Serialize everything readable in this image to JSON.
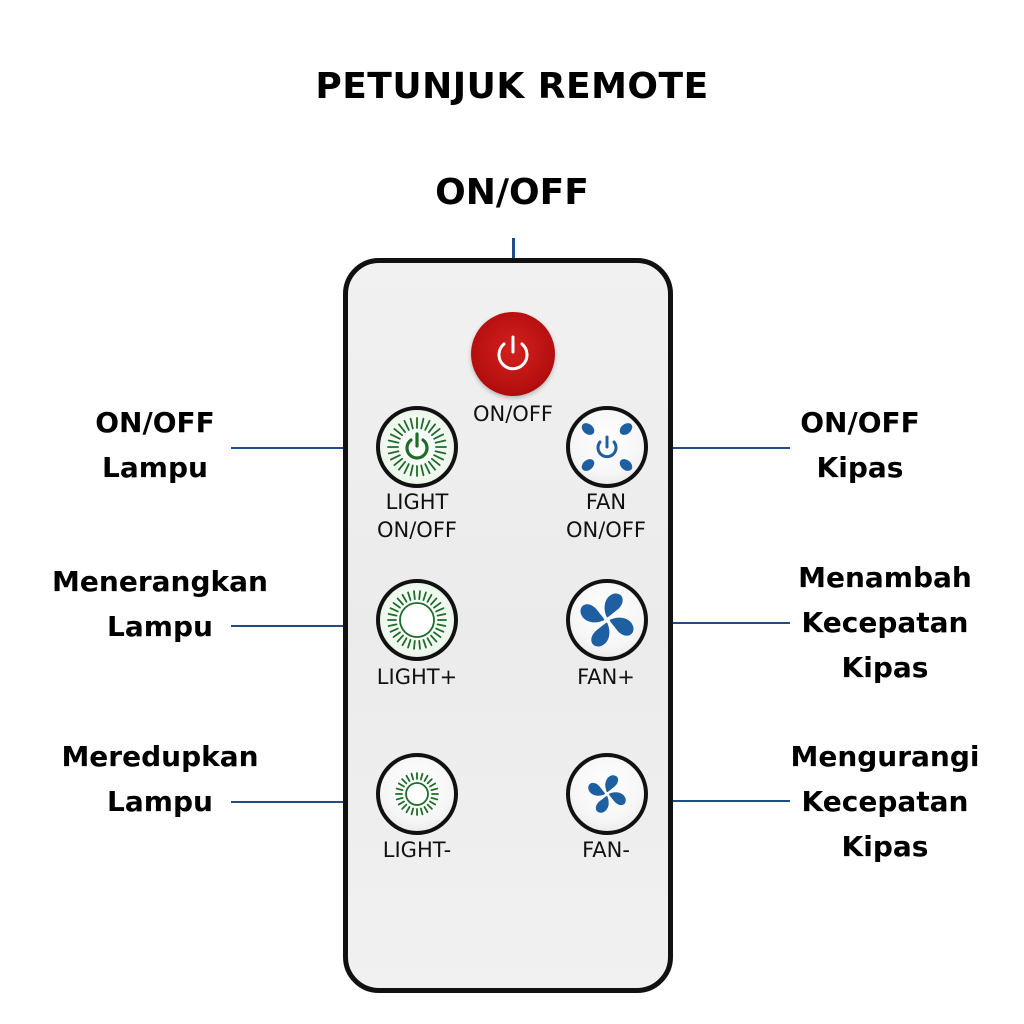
{
  "title": "PETUNJUK REMOTE",
  "power_callout": "ON/OFF",
  "colors": {
    "leader_line": "#1f4e85",
    "power_button": "#b50f0f",
    "light_icon": "#1e6b2a",
    "fan_icon": "#1d5fa0"
  },
  "remote": {
    "buttons": {
      "power": {
        "label": "ON/OFF",
        "icon": "power-icon"
      },
      "light_onoff": {
        "label_line1": "LIGHT",
        "label_line2": "ON/OFF",
        "icon": "light-power-icon"
      },
      "fan_onoff": {
        "label_line1": "FAN",
        "label_line2": "ON/OFF",
        "icon": "fan-power-icon"
      },
      "light_plus": {
        "label": "LIGHT+",
        "icon": "sun-large-icon"
      },
      "fan_plus": {
        "label": "FAN+",
        "icon": "fan-large-icon"
      },
      "light_minus": {
        "label": "LIGHT-",
        "icon": "sun-small-icon"
      },
      "fan_minus": {
        "label": "FAN-",
        "icon": "fan-small-icon"
      }
    }
  },
  "callouts": {
    "left": [
      {
        "line1": "ON/OFF",
        "line2": "Lampu"
      },
      {
        "line1": "Menerangkan",
        "line2": "Lampu"
      },
      {
        "line1": "Meredupkan",
        "line2": "Lampu"
      }
    ],
    "right": [
      {
        "line1": "ON/OFF",
        "line2": "Kipas"
      },
      {
        "line1": "Menambah",
        "line2": "Kecepatan",
        "line3": "Kipas"
      },
      {
        "line1": "Mengurangi",
        "line2": "Kecepatan",
        "line3": "Kipas"
      }
    ]
  }
}
